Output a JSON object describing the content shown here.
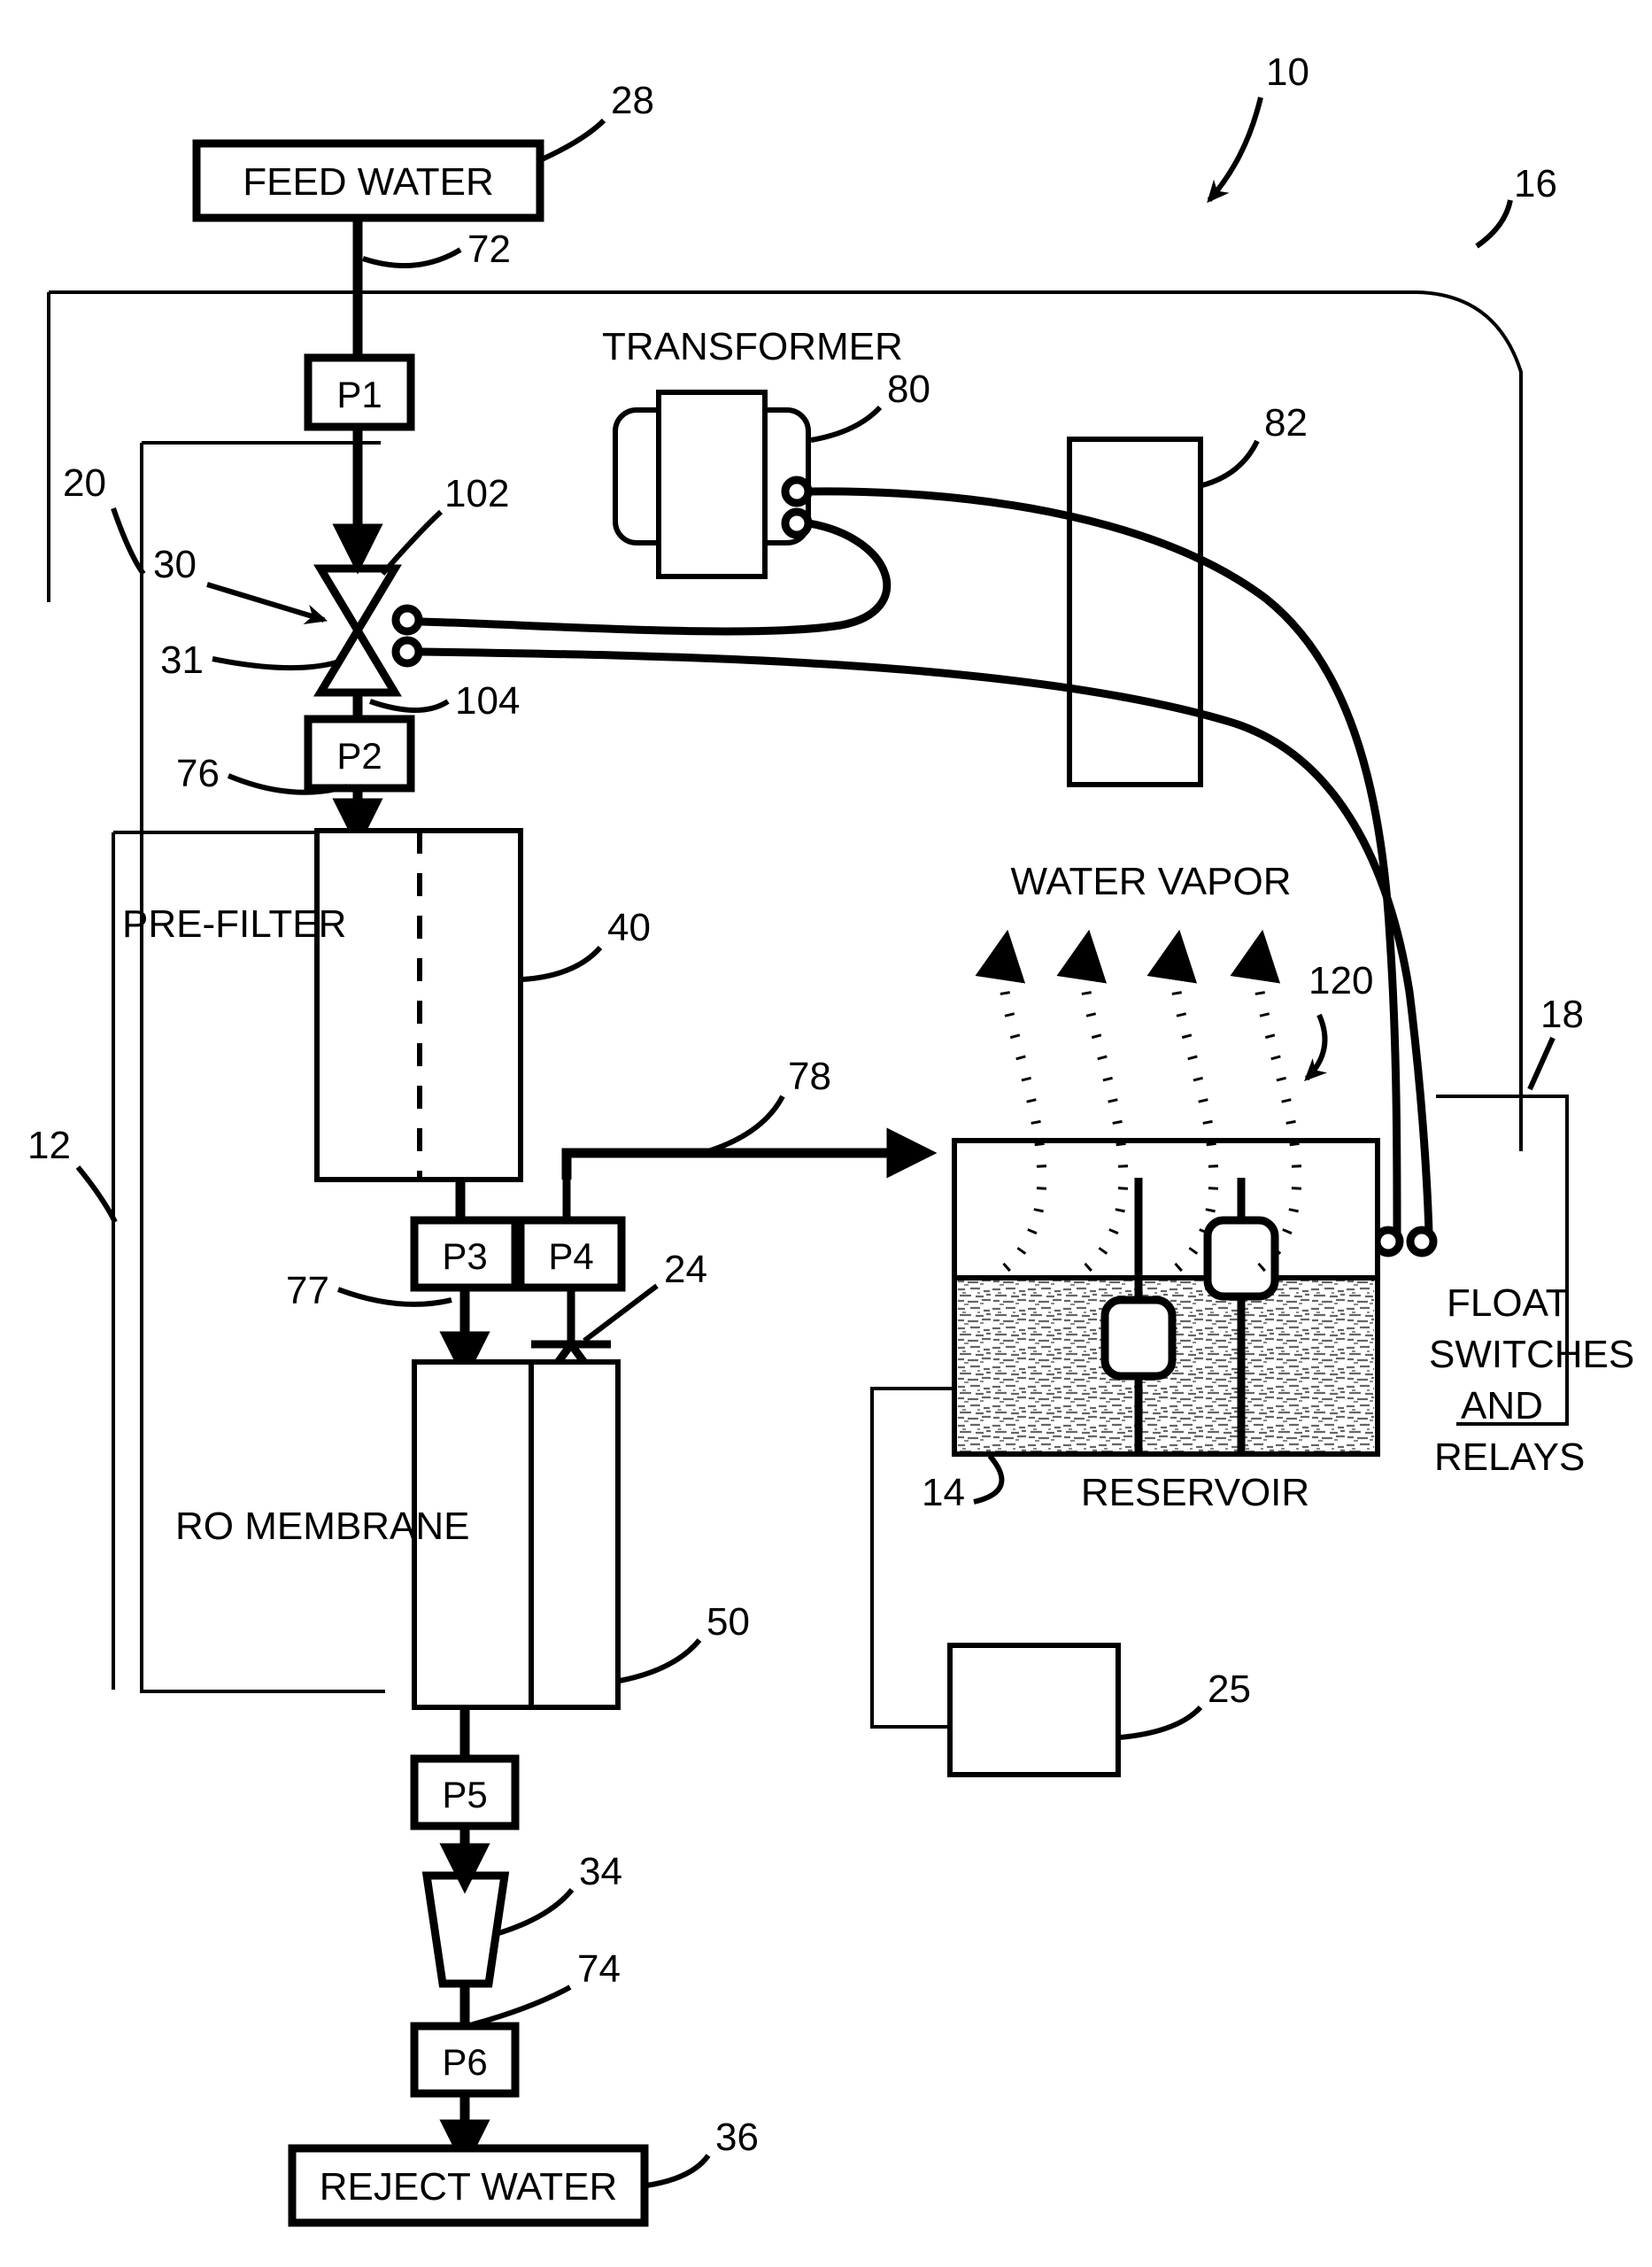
{
  "figure": {
    "title": "Reverse osmosis water treatment system schematic",
    "boxes": {
      "feed_water": "FEED WATER",
      "reject_water": "REJECT WATER",
      "transformer": "TRANSFORMER",
      "pre_filter": "PRE-FILTER",
      "ro_membrane": "RO MEMBRANE",
      "reservoir": "RESERVOIR",
      "water_vapor": "WATER VAPOR",
      "float_switches": [
        "FLOAT",
        "SWITCHES",
        "AND",
        "RELAYS"
      ]
    },
    "pumps": {
      "p1": "P1",
      "p2": "P2",
      "p3": "P3",
      "p4": "P4",
      "p5": "P5",
      "p6": "P6"
    },
    "reference_numerals": {
      "n10": "10",
      "n12": "12",
      "n14": "14",
      "n16": "16",
      "n18": "18",
      "n20": "20",
      "n24": "24",
      "n25": "25",
      "n28": "28",
      "n30": "30",
      "n31": "31",
      "n34": "34",
      "n36": "36",
      "n40": "40",
      "n50": "50",
      "n72": "72",
      "n74": "74",
      "n76": "76",
      "n77": "77",
      "n78": "78",
      "n80": "80",
      "n82": "82",
      "n102": "102",
      "n104": "104",
      "n120": "120"
    },
    "colors": {
      "line": "#000000",
      "background": "#ffffff",
      "water_fill": "#f2f2f2"
    }
  }
}
